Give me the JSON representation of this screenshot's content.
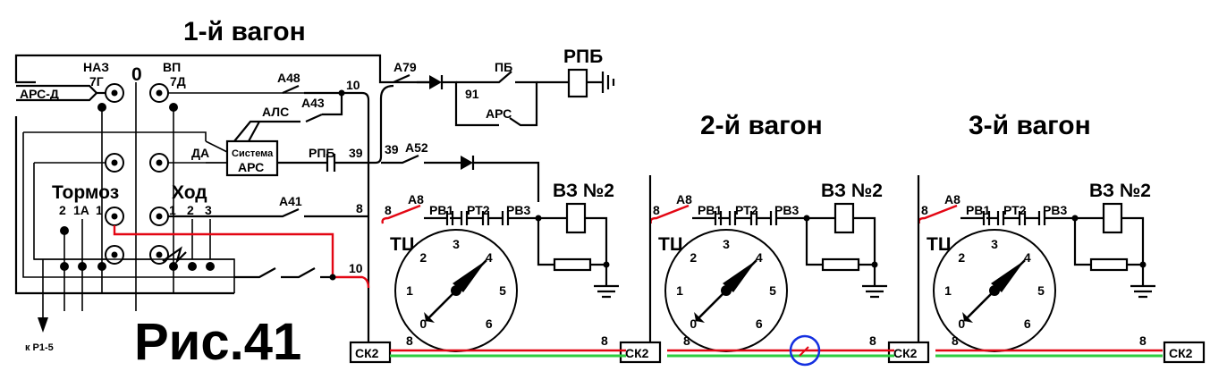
{
  "colors": {
    "wire": "#000000",
    "live": "#e30613",
    "train_line": "#2ecc40",
    "fault_marker": "#1530e0"
  },
  "car1": {
    "title": "1-й вагон",
    "labels": {
      "naz": "НАЗ",
      "t7g": "7Г",
      "zero": "0",
      "vp": "ВП",
      "t7d": "7Д",
      "ars_d": "АРС-Д",
      "a48": "А48",
      "a43": "А43",
      "als": "АЛС",
      "a79": "А79",
      "pb": "ПБ",
      "rpb_top": "РПБ",
      "n91": "91",
      "ars": "АРС",
      "sys1": "Система",
      "sys2": "АРС",
      "da": "ДА",
      "rpb": "РПБ",
      "n39a": "39",
      "n39b": "39",
      "a52": "А52",
      "n10a": "10",
      "n10b": "10",
      "tormoz": "Тормоз",
      "hod": "Ход",
      "t_2": "2",
      "t_1a": "1А",
      "t_1": "1",
      "h_1": "1",
      "h_2": "2",
      "h_3": "3",
      "a41": "А41",
      "n8": "8",
      "to_r": "к Р1-5"
    }
  },
  "cars": [
    {
      "title": "",
      "a8": "А8",
      "n8": "8",
      "rv1": "РВ1",
      "rt2": "РТ2",
      "rv3": "РВ3",
      "vz": "ВЗ №2",
      "tc": "ТЦ",
      "ck2": "СК2",
      "wire_l": "8",
      "wire_r": "8"
    },
    {
      "title": "2-й вагон",
      "a8": "А8",
      "n8": "8",
      "rv1": "РВ1",
      "rt2": "РТ2",
      "rv3": "РВ3",
      "vz": "ВЗ №2",
      "tc": "ТЦ",
      "ck2": "СК2",
      "wire_l": "8",
      "wire_r": "8"
    },
    {
      "title": "3-й вагон",
      "a8": "А8",
      "n8": "8",
      "rv1": "РВ1",
      "rt2": "РТ2",
      "rv3": "РВ3",
      "vz": "ВЗ №2",
      "tc": "ТЦ",
      "ck2": "СК2",
      "wire_l": "8",
      "wire_r": "8"
    }
  ],
  "gauge": {
    "ticks": [
      "0",
      "1",
      "2",
      "3",
      "4",
      "5",
      "6"
    ],
    "needle_value": 4
  },
  "last_ck2": "СК2",
  "figure_label": "Рис.41"
}
